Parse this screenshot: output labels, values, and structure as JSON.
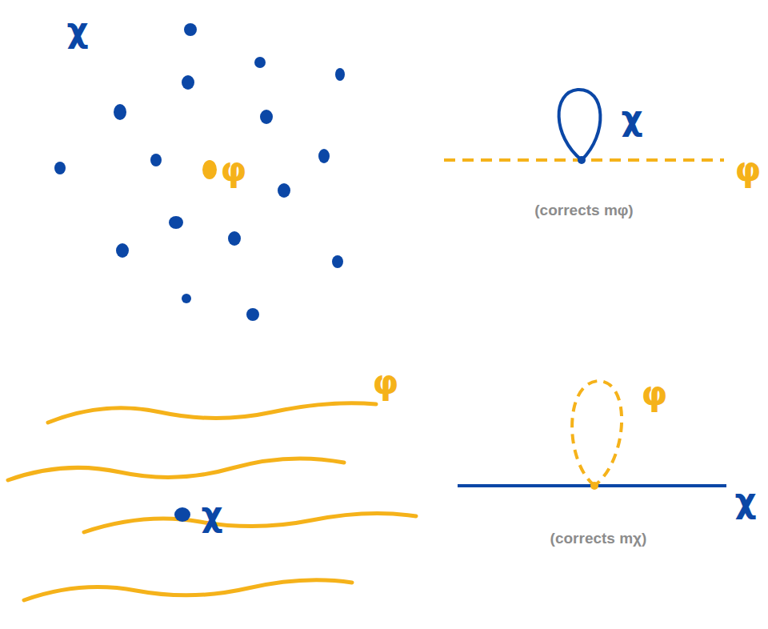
{
  "diagram": {
    "labels": [
      "χ",
      "φ",
      "χ",
      "φ",
      "(corrects mφ)",
      "φ",
      "χ",
      "φ",
      "χ",
      "(corrects mχ)"
    ]
  }
}
